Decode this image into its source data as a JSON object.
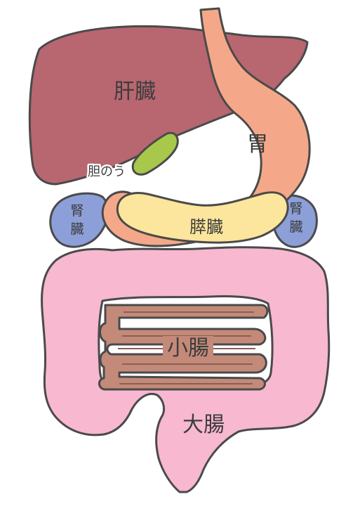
{
  "diagram": {
    "labels": {
      "liver": "肝臓",
      "stomach": "胃",
      "gallbladder": "胆のう",
      "kidney_left": [
        "腎",
        "臓"
      ],
      "kidney_right": [
        "腎",
        "臓"
      ],
      "pancreas": "膵臓",
      "small_intestine": "小腸",
      "large_intestine": "大腸"
    },
    "colors": {
      "liver": "#b86670",
      "stomach": "#f4a889",
      "gallbladder": "#a7c84a",
      "kidney": "#8d9fd8",
      "pancreas": "#fce59c",
      "small_intestine": "#c48a79",
      "large_intestine": "#f7b8d0",
      "outline": "#4a4a4a"
    }
  }
}
